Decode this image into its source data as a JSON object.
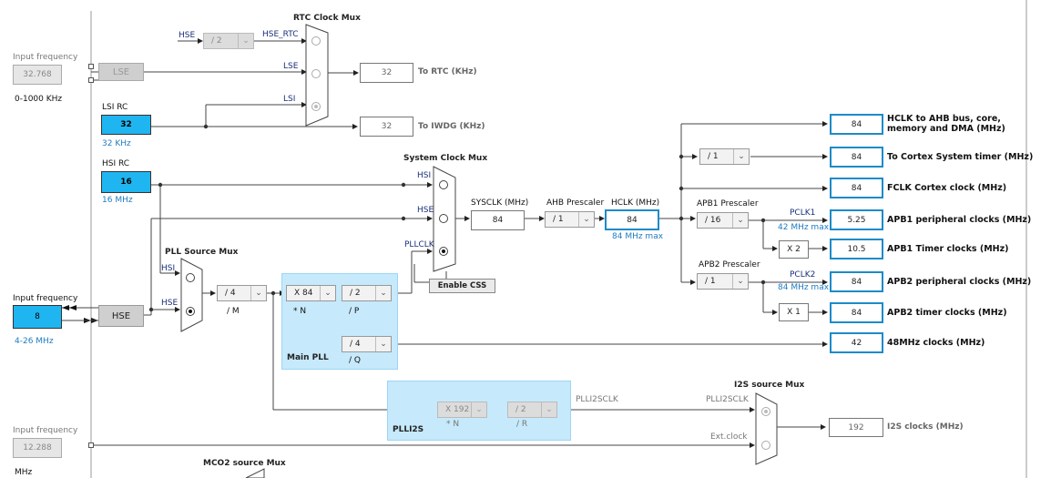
{
  "left_panel": {
    "lse_input_label": "Input frequency",
    "lse_input_value": "32.768",
    "lse_range": "0-1000 KHz",
    "lse_block": "LSE",
    "lsi_title": "LSI RC",
    "lsi_value": "32",
    "lsi_freq": "32 KHz",
    "hsi_title": "HSI RC",
    "hsi_value": "16",
    "hsi_freq": "16 MHz",
    "hse_input_label": "Input frequency",
    "hse_input_value": "8",
    "hse_range": "4-26 MHz",
    "hse_block": "HSE",
    "ext_input_label": "Input frequency",
    "ext_input_value": "12.288",
    "ext_unit": "MHz"
  },
  "rtc_mux": {
    "title": "RTC Clock Mux",
    "hse_label": "HSE",
    "hse_div": "/ 2",
    "hse_rtc_label": "HSE_RTC",
    "lse_label": "LSE",
    "lsi_label": "LSI",
    "rtc_value": "32",
    "rtc_out": "To RTC (KHz)",
    "iwdg_value": "32",
    "iwdg_out": "To IWDG (KHz)"
  },
  "system_mux": {
    "title": "System Clock Mux",
    "hsi_label": "HSI",
    "hse_label": "HSE",
    "pllclk_label": "PLLCLK",
    "css_button": "Enable CSS"
  },
  "pll_mux": {
    "title": "PLL Source Mux",
    "hsi_label": "HSI",
    "hse_label": "HSE"
  },
  "main_pll": {
    "title": "Main PLL",
    "m_div": "/ 4",
    "m_label": "/ M",
    "n_mul": "X 84",
    "n_label": "* N",
    "p_div": "/ 2",
    "p_label": "/ P",
    "q_div": "/ 4",
    "q_label": "/ Q"
  },
  "sysclk": {
    "label": "SYSCLK (MHz)",
    "value": "84",
    "ahb_label": "AHB Prescaler",
    "ahb_div": "/ 1",
    "hclk_label": "HCLK (MHz)",
    "hclk_value": "84",
    "hclk_max": "84 MHz max"
  },
  "apb": {
    "cortex_div": "/ 1",
    "apb1_label": "APB1 Prescaler",
    "apb1_div": "/ 16",
    "pclk1_label": "PCLK1",
    "pclk1_max": "42 MHz max",
    "apb1_timer_mul": "X 2",
    "apb2_label": "APB2 Prescaler",
    "apb2_div": "/ 1",
    "pclk2_label": "PCLK2",
    "pclk2_max": "84 MHz max",
    "apb2_timer_mul": "X 1"
  },
  "outputs": [
    {
      "value": "84",
      "label": "HCLK to AHB bus, core,",
      "label2": "memory and DMA (MHz)"
    },
    {
      "value": "84",
      "label": "To Cortex System timer (MHz)",
      "label2": ""
    },
    {
      "value": "84",
      "label": "FCLK Cortex clock (MHz)",
      "label2": ""
    },
    {
      "value": "5.25",
      "label": "APB1 peripheral clocks (MHz)",
      "label2": ""
    },
    {
      "value": "10.5",
      "label": "APB1 Timer clocks (MHz)",
      "label2": ""
    },
    {
      "value": "84",
      "label": "APB2 peripheral clocks (MHz)",
      "label2": ""
    },
    {
      "value": "84",
      "label": "APB2 timer clocks (MHz)",
      "label2": ""
    },
    {
      "value": "42",
      "label": "48MHz clocks (MHz)",
      "label2": ""
    }
  ],
  "plli2s": {
    "title": "PLLI2S",
    "n_mul": "X 192",
    "n_label": "* N",
    "r_div": "/ 2",
    "r_label": "/ R",
    "pllclk_label": "PLLI2SCLK"
  },
  "i2s_mux": {
    "title": "I2S source Mux",
    "plli2sclk_label": "PLLI2SCLK",
    "ext_label": "Ext.clock",
    "value": "192",
    "out_label": "I2S clocks (MHz)"
  },
  "mco2": {
    "title": "MCO2 source Mux"
  }
}
